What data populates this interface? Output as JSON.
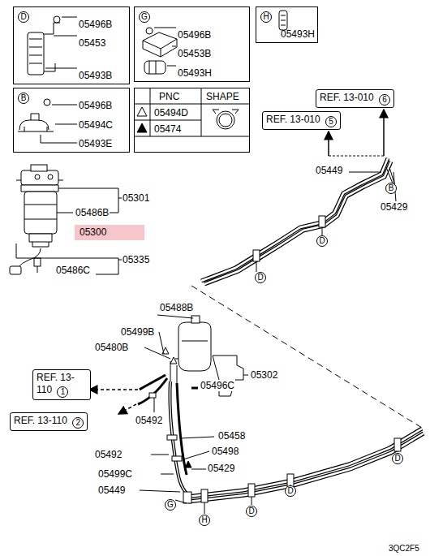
{
  "diagram": {
    "nodes": [
      {
        "text": [
          "D",
          "05496B",
          "05453",
          "05493B"
        ]
      },
      {
        "text": [
          "G",
          "05496B",
          "05453B",
          "05493H"
        ]
      },
      {
        "text": [
          "H",
          "05493H"
        ]
      },
      {
        "text": [
          "B",
          "05496B",
          "05494C",
          "05493E"
        ]
      },
      {
        "text": [
          "PNC",
          "SHAPE",
          "05494D",
          "05474"
        ]
      },
      {
        "text": [
          "REF. 13-010",
          "6"
        ]
      },
      {
        "text": [
          "REF. 13-010",
          "5"
        ]
      },
      {
        "text": [
          "05300"
        ]
      },
      {
        "text": [
          "B"
        ]
      },
      {
        "text": [
          "D"
        ]
      },
      {
        "text": [
          "D"
        ]
      },
      {
        "text": [
          "REF. 13-110",
          "1"
        ]
      },
      {
        "text": [
          "REF. 13-110",
          "2"
        ]
      },
      {
        "text": [
          "D"
        ]
      },
      {
        "text": [
          "D"
        ]
      },
      {
        "text": [
          "D"
        ]
      },
      {
        "text": [
          "G"
        ]
      },
      {
        "text": [
          "H"
        ]
      }
    ],
    "labels": [
      "05301",
      "05486B",
      "05335",
      "05486C",
      "05449",
      "05429",
      "05488B",
      "05499B",
      "05480B",
      "05302",
      "05496C",
      "05492",
      "05492",
      "05458",
      "05499C",
      "05498",
      "05429",
      "05449",
      "3QC2F5"
    ]
  }
}
